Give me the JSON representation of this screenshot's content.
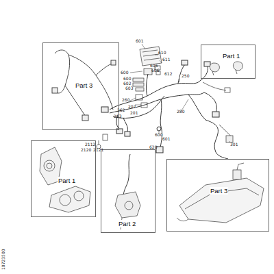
{
  "diagram": {
    "nodes": [
      {
        "text": [
          "Part 3"
        ]
      },
      {
        "text": [
          "Part 1"
        ]
      },
      {
        "text": [
          "Part 1"
        ]
      },
      {
        "text": [
          "Part 2"
        ]
      },
      {
        "text": [
          "Part 3"
        ]
      }
    ],
    "labels": [
      "601",
      "610",
      "611",
      "605",
      "606",
      "612",
      "600",
      "600",
      "602",
      "603",
      "250",
      "260",
      "207",
      "262",
      "201",
      "263",
      "2112",
      "2120",
      "2121",
      "280",
      "600",
      "601",
      "620",
      "301",
      "10723500"
    ]
  }
}
